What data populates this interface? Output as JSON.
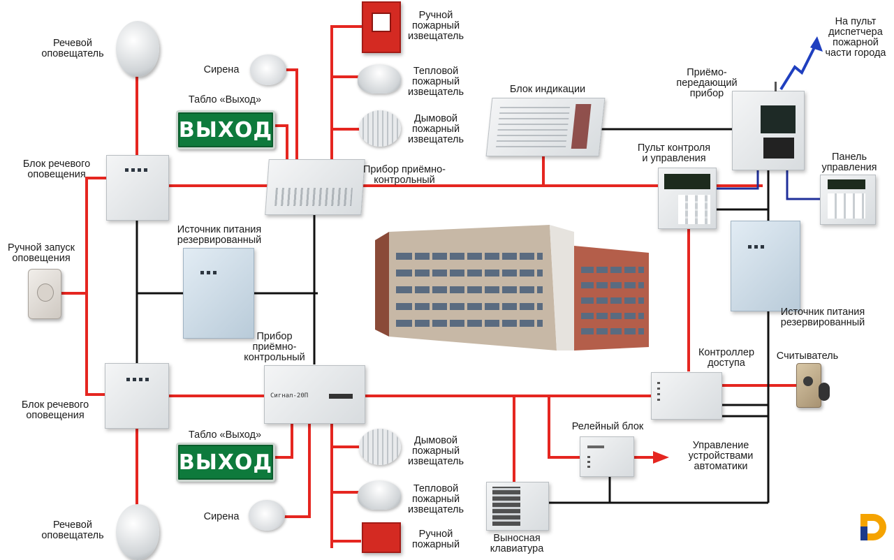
{
  "labels": {
    "voice_notifier_top": [
      "Речевой",
      "оповещатель"
    ],
    "siren_top": "Сирена",
    "exit_sign_label_top": "Табло «Выход»",
    "manual_fire_top": [
      "Ручной",
      "пожарный",
      "извещатель"
    ],
    "heat_top": [
      "Тепловой",
      "пожарный",
      "извещатель"
    ],
    "smoke_top": [
      "Дымовой",
      "пожарный",
      "извещатель"
    ],
    "indication_block": "Блок индикации",
    "transceiver": [
      "Приёмо-",
      "передающий",
      "прибор"
    ],
    "dispatch": [
      "На пульт",
      "диспетчера",
      "пожарной",
      "части города"
    ],
    "voice_block_top": [
      "Блок речевого",
      "оповещения"
    ],
    "control_panel_top": [
      "Прибор приёмно-",
      "контрольный"
    ],
    "control_remote": [
      "Пульт контроля",
      "и управления"
    ],
    "control_keypad": [
      "Панель",
      "управления"
    ],
    "power_left": [
      "Источник питания",
      "резервированный"
    ],
    "manual_start": [
      "Ручной запуск",
      "оповещения"
    ],
    "power_right": [
      "Источник питания",
      "резервированный"
    ],
    "control_panel_bottom": [
      "Прибор",
      "приёмно-",
      "контрольный"
    ],
    "access_controller": [
      "Контроллер",
      "доступа"
    ],
    "reader": "Считыватель",
    "voice_block_bottom": [
      "Блок речевого",
      "оповещения"
    ],
    "exit_sign_label_bottom": "Табло «Выход»",
    "smoke_bottom": [
      "Дымовой",
      "пожарный",
      "извещатель"
    ],
    "relay_block": "Релейный блок",
    "automation": [
      "Управление",
      "устройствами",
      "автоматики"
    ],
    "heat_bottom": [
      "Тепловой",
      "пожарный",
      "извещатель"
    ],
    "siren_bottom": "Сирена",
    "voice_notifier_bottom": [
      "Речевой",
      "оповещатель"
    ],
    "manual_fire_bottom": [
      "Ручной",
      "пожарный"
    ],
    "remote_keyboard": [
      "Выносная",
      "клавиатура"
    ]
  },
  "exit_sign_text": "ВЫХОД",
  "panel_brand": "Сигнал-20П",
  "colors": {
    "red_wire": "#e52620",
    "black_wire": "#111111",
    "blue_wire": "#1f2f9a",
    "arrow_blue": "#1f3fbf",
    "exit_green": "#0e7a3c",
    "logo_orange": "#f5a300",
    "logo_blue": "#1e3a8a"
  },
  "icons": {
    "voice_notifier": "speaker-icon",
    "siren": "siren-icon",
    "smoke_detector": "smoke-detector-icon",
    "heat_detector": "heat-detector-icon",
    "manual_call_point": "manual-call-point-icon",
    "signal_arrow": "lightning-arrow-icon",
    "building": "building-icon",
    "logo": "brand-logo-icon"
  }
}
